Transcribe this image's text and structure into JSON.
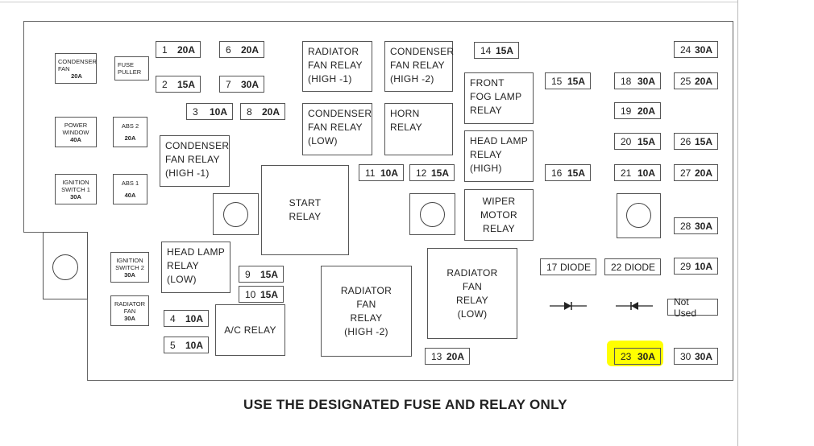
{
  "caption": "USE THE DESIGNATED FUSE AND RELAY ONLY",
  "small_fuses": {
    "condenser_fan": {
      "l1": "CONDENSER",
      "l2": "FAN",
      "amp": "20A"
    },
    "fuse_puller": {
      "l1": "FUSE",
      "l2": "PULLER"
    },
    "power_window": {
      "l1": "POWER",
      "l2": "WINDOW",
      "amp": "40A"
    },
    "abs2": {
      "l1": "ABS 2",
      "amp": "20A"
    },
    "ignition_switch1": {
      "l1": "IGNITION",
      "l2": "SWITCH 1",
      "amp": "30A"
    },
    "abs1": {
      "l1": "ABS 1",
      "amp": "40A"
    },
    "ignition_switch2": {
      "l1": "IGNITION",
      "l2": "SWITCH 2",
      "amp": "30A"
    },
    "radiator_fan": {
      "l1": "RADIATOR",
      "l2": "FAN",
      "amp": "30A"
    }
  },
  "fuses": {
    "f1": {
      "num": "1",
      "amp": "20A"
    },
    "f2": {
      "num": "2",
      "amp": "15A"
    },
    "f3": {
      "num": "3",
      "amp": "10A"
    },
    "f4": {
      "num": "4",
      "amp": "10A"
    },
    "f5": {
      "num": "5",
      "amp": "10A"
    },
    "f6": {
      "num": "6",
      "amp": "20A"
    },
    "f7": {
      "num": "7",
      "amp": "30A"
    },
    "f8": {
      "num": "8",
      "amp": "20A"
    },
    "f9": {
      "num": "9",
      "amp": "15A"
    },
    "f10": {
      "num": "10",
      "amp": "15A"
    },
    "f11": {
      "num": "11",
      "amp": "10A"
    },
    "f12": {
      "num": "12",
      "amp": "15A"
    },
    "f13": {
      "num": "13",
      "amp": "20A"
    },
    "f14": {
      "num": "14",
      "amp": "15A"
    },
    "f15": {
      "num": "15",
      "amp": "15A"
    },
    "f16": {
      "num": "16",
      "amp": "15A"
    },
    "f17": {
      "num": "17",
      "amp": "DIODE"
    },
    "f18": {
      "num": "18",
      "amp": "30A"
    },
    "f19": {
      "num": "19",
      "amp": "20A"
    },
    "f20": {
      "num": "20",
      "amp": "15A"
    },
    "f21": {
      "num": "21",
      "amp": "10A"
    },
    "f22": {
      "num": "22",
      "amp": "DIODE"
    },
    "f23": {
      "num": "23",
      "amp": "30A"
    },
    "f24": {
      "num": "24",
      "amp": "30A"
    },
    "f25": {
      "num": "25",
      "amp": "20A"
    },
    "f26": {
      "num": "26",
      "amp": "15A"
    },
    "f27": {
      "num": "27",
      "amp": "20A"
    },
    "f28": {
      "num": "28",
      "amp": "30A"
    },
    "f29": {
      "num": "29",
      "amp": "10A"
    },
    "f30": {
      "num": "30",
      "amp": "30A"
    }
  },
  "not_used": "Not Used",
  "relays": {
    "radiator_fan_high1": [
      "RADIATOR",
      "FAN RELAY",
      "(HIGH -1)"
    ],
    "condenser_fan_high2": [
      "CONDENSER",
      "FAN RELAY",
      "(HIGH -2)"
    ],
    "front_fog_lamp": [
      "FRONT",
      "FOG LAMP",
      "RELAY"
    ],
    "condenser_fan_low": [
      "CONDENSER",
      "FAN RELAY",
      "(LOW)"
    ],
    "horn": [
      "HORN",
      "RELAY"
    ],
    "condenser_fan_high1": [
      "CONDENSER",
      "FAN RELAY",
      "(HIGH -1)"
    ],
    "head_lamp_high": [
      "HEAD LAMP",
      "RELAY",
      "(HIGH)"
    ],
    "start": [
      "START",
      "RELAY"
    ],
    "wiper_motor": [
      "WIPER",
      "MOTOR",
      "RELAY"
    ],
    "head_lamp_low": [
      "HEAD LAMP",
      "RELAY",
      "(LOW)"
    ],
    "ac": [
      "A/C RELAY"
    ],
    "radiator_fan_high2": [
      "RADIATOR",
      "FAN",
      "RELAY",
      "(HIGH -2)"
    ],
    "radiator_fan_low": [
      "RADIATOR",
      "FAN",
      "RELAY",
      "(LOW)"
    ]
  },
  "highlight_color": "#ffff00"
}
